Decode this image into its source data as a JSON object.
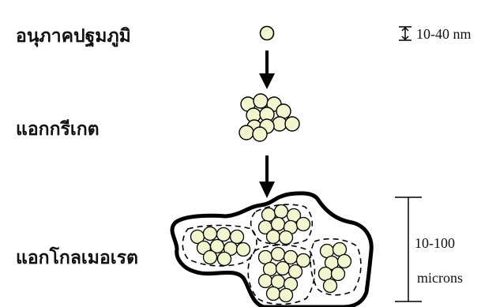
{
  "stages": {
    "primary": "อนุภาคปฐมภูมิ",
    "aggregate": "แอกกรีเกต",
    "agglomerate": "แอกโกลเมอเรต"
  },
  "scales": {
    "particle_size": "10-40 nm",
    "agglomerate_range": "10-100",
    "agglomerate_unit": "microns"
  },
  "colors": {
    "particle_fill": "#f1f6cf",
    "outline": "#000000"
  }
}
